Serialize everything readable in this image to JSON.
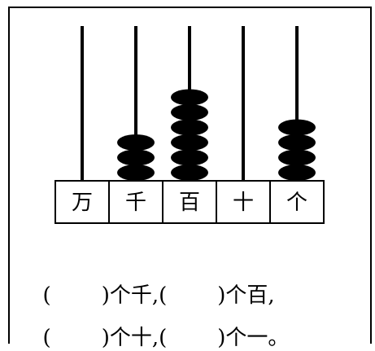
{
  "abacus": {
    "places": [
      {
        "label": "万",
        "beads": 0
      },
      {
        "label": "千",
        "beads": 3
      },
      {
        "label": "百",
        "beads": 6
      },
      {
        "label": "十",
        "beads": 0
      },
      {
        "label": "个",
        "beads": 4
      }
    ]
  },
  "questions": [
    {
      "parts": [
        "(",
        ")个千,(",
        ")个百,"
      ]
    },
    {
      "parts": [
        "(",
        ")个十,(",
        ")个一。"
      ]
    }
  ]
}
